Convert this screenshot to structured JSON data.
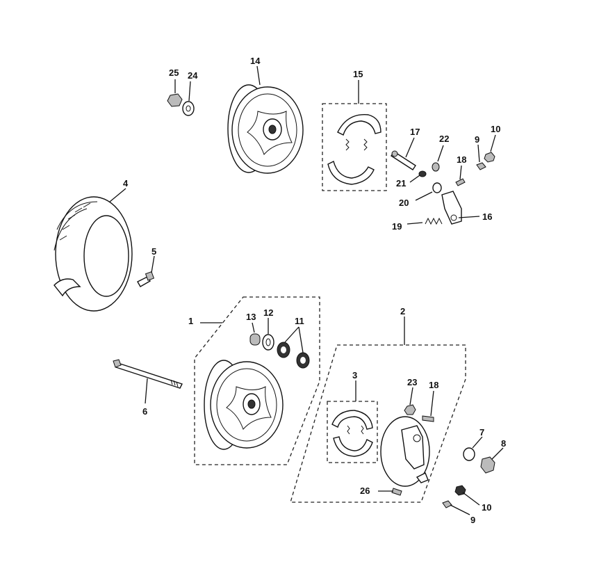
{
  "callouts": {
    "c1": "1",
    "c2": "2",
    "c3": "3",
    "c4": "4",
    "c5": "5",
    "c6": "6",
    "c7": "7",
    "c8": "8",
    "c9a": "9",
    "c9b": "9",
    "c10a": "10",
    "c10b": "10",
    "c11": "11",
    "c12": "12",
    "c13": "13",
    "c14": "14",
    "c15": "15",
    "c16": "16",
    "c17": "17",
    "c18a": "18",
    "c18b": "18",
    "c19": "19",
    "c20": "20",
    "c21": "21",
    "c22": "22",
    "c23": "23",
    "c24": "24",
    "c25": "25",
    "c26": "26"
  }
}
